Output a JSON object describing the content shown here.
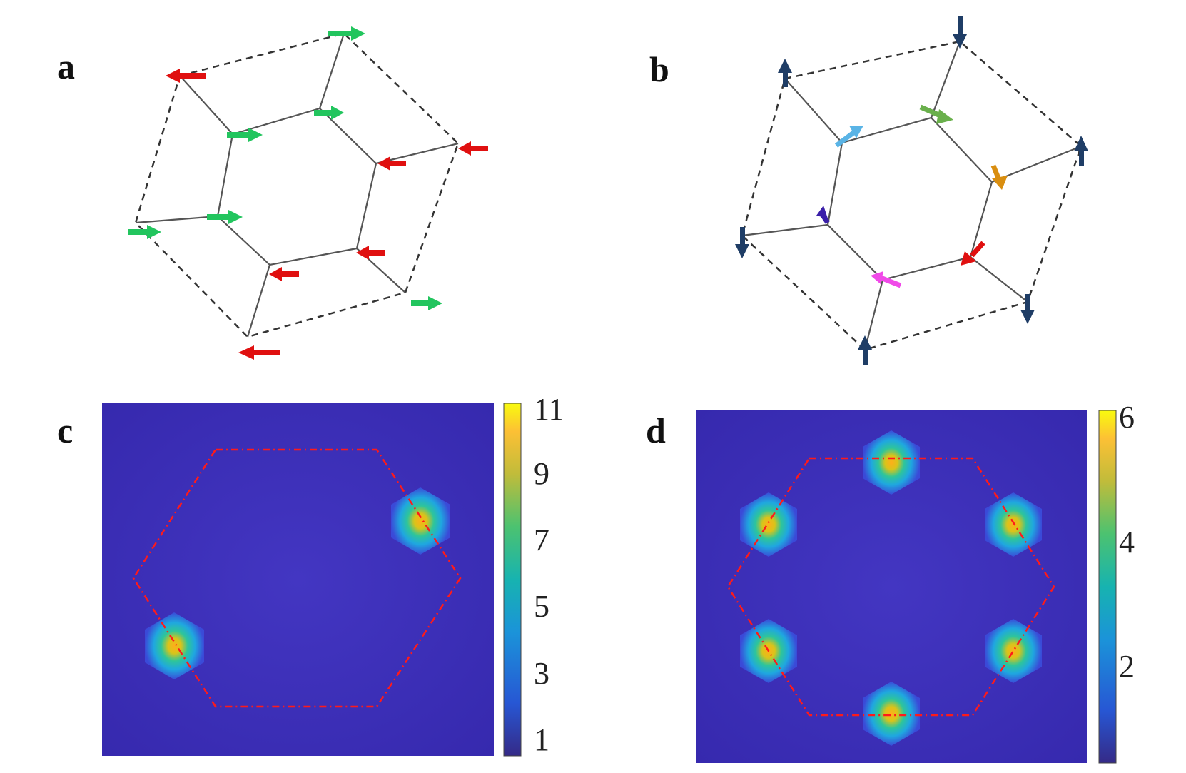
{
  "panels": {
    "a": {
      "label": "a"
    },
    "b": {
      "label": "b"
    },
    "c": {
      "label": "c",
      "colorbar_ticks": [
        "1",
        "3",
        "5",
        "7",
        "9",
        "11"
      ]
    },
    "d": {
      "label": "d",
      "colorbar_ticks": [
        "2",
        "4",
        "6"
      ]
    }
  },
  "colors": {
    "spin_up_green": "#22c55e",
    "spin_down_red": "#e01010",
    "spin_navy": "#1f3d66",
    "bz_boundary": "#ff1a1a",
    "map_background": "#3a2fb8",
    "lattice_line": "#555555"
  }
}
